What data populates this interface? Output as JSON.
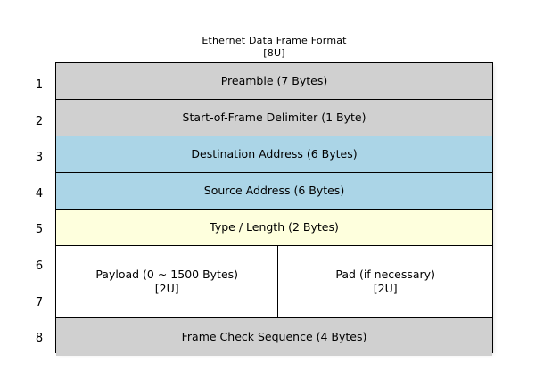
{
  "diagram": {
    "title": "Ethernet Data Frame Format",
    "subtitle": "[8U]",
    "colors": {
      "gray": "#d0d0d0",
      "blue": "#abd5e7",
      "yellow": "#feffdd",
      "white": "#ffffff",
      "border": "#000000",
      "background": "#ffffff"
    },
    "row_numbers": [
      "1",
      "2",
      "3",
      "4",
      "5",
      "6",
      "7",
      "8"
    ],
    "rows": [
      {
        "number": "1",
        "fill": "gray",
        "cells": [
          {
            "label": "Preamble (7 Bytes)",
            "note": "",
            "width_pct": 100
          }
        ]
      },
      {
        "number": "2",
        "fill": "gray",
        "cells": [
          {
            "label": "Start-of-Frame Delimiter (1 Byte)",
            "note": "",
            "width_pct": 100
          }
        ]
      },
      {
        "number": "3",
        "fill": "blue",
        "cells": [
          {
            "label": "Destination Address (6 Bytes)",
            "note": "",
            "width_pct": 100
          }
        ]
      },
      {
        "number": "4",
        "fill": "blue",
        "cells": [
          {
            "label": "Source Address (6 Bytes)",
            "note": "",
            "width_pct": 100
          }
        ]
      },
      {
        "number": "5",
        "fill": "yellow",
        "cells": [
          {
            "label": "Type / Length (2 Bytes)",
            "note": "",
            "width_pct": 100
          }
        ]
      },
      {
        "number": "6-7",
        "fill": "white",
        "cells": [
          {
            "label": "Payload (0 ~ 1500 Bytes)",
            "note": "[2U]",
            "width_pct": 51
          },
          {
            "label": "Pad (if necessary)",
            "note": "[2U]",
            "width_pct": 49
          }
        ]
      },
      {
        "number": "8",
        "fill": "gray",
        "cells": [
          {
            "label": "Frame Check Sequence (4 Bytes)",
            "note": "",
            "width_pct": 100
          }
        ]
      }
    ]
  }
}
